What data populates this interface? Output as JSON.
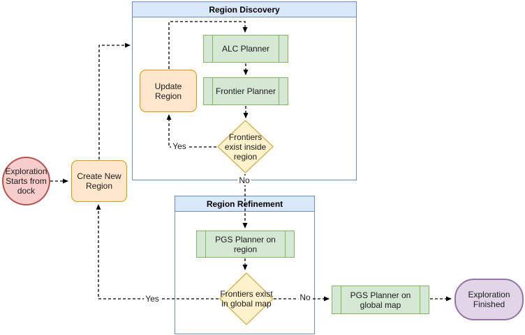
{
  "containers": {
    "discovery": {
      "title": "Region Discovery"
    },
    "refinement": {
      "title": "Region Refinement"
    }
  },
  "nodes": {
    "start": {
      "label": "Exploration Starts from dock",
      "shape": "ellipse"
    },
    "create_region": {
      "label": "Create New Region",
      "shape": "rounded-rect"
    },
    "update_region": {
      "label": "Update Region",
      "shape": "rounded-rect"
    },
    "alc_planner": {
      "label": "ALC Planner",
      "shape": "predefined-process"
    },
    "frontier_planner": {
      "label": "Frontier Planner",
      "shape": "predefined-process"
    },
    "frontiers_inside": {
      "label": "Frontiers exist inside region",
      "shape": "decision-diamond"
    },
    "pgs_region": {
      "label": "PGS Planner on region",
      "shape": "predefined-process"
    },
    "frontiers_global": {
      "label": "Frontiers exist in global map",
      "shape": "decision-diamond"
    },
    "pgs_global": {
      "label": "PGS Planner on global map",
      "shape": "predefined-process"
    },
    "finished": {
      "label": "Exploration Finished",
      "shape": "rounded-ellipse"
    }
  },
  "edges": [
    {
      "from": "start",
      "to": "create_region",
      "label": ""
    },
    {
      "from": "create_region",
      "to": "region_discovery_container",
      "label": ""
    },
    {
      "from": "update_region",
      "to": "alc_planner",
      "label": ""
    },
    {
      "from": "alc_planner",
      "to": "frontier_planner",
      "label": ""
    },
    {
      "from": "frontier_planner",
      "to": "frontiers_inside",
      "label": ""
    },
    {
      "from": "frontiers_inside",
      "to": "update_region",
      "label": "Yes"
    },
    {
      "from": "frontiers_inside",
      "to": "pgs_region",
      "label": "No"
    },
    {
      "from": "pgs_region",
      "to": "frontiers_global",
      "label": ""
    },
    {
      "from": "frontiers_global",
      "to": "create_region",
      "label": "Yes"
    },
    {
      "from": "frontiers_global",
      "to": "pgs_global",
      "label": "No"
    },
    {
      "from": "pgs_global",
      "to": "finished",
      "label": ""
    }
  ],
  "colors": {
    "container_header_fill": "#dae8fc",
    "container_border": "#6c8ebf",
    "process_fill": "#d5e8d4",
    "process_border": "#82b366",
    "rounded_fill": "#ffe6cc",
    "rounded_border": "#d79b00",
    "decision_fill": "#fff2cc",
    "decision_border": "#d6b656",
    "start_fill": "#f8cecc",
    "start_border": "#b85450",
    "end_fill": "#e1d5e7",
    "end_border": "#9673a6",
    "edge_stroke": "#000000"
  }
}
